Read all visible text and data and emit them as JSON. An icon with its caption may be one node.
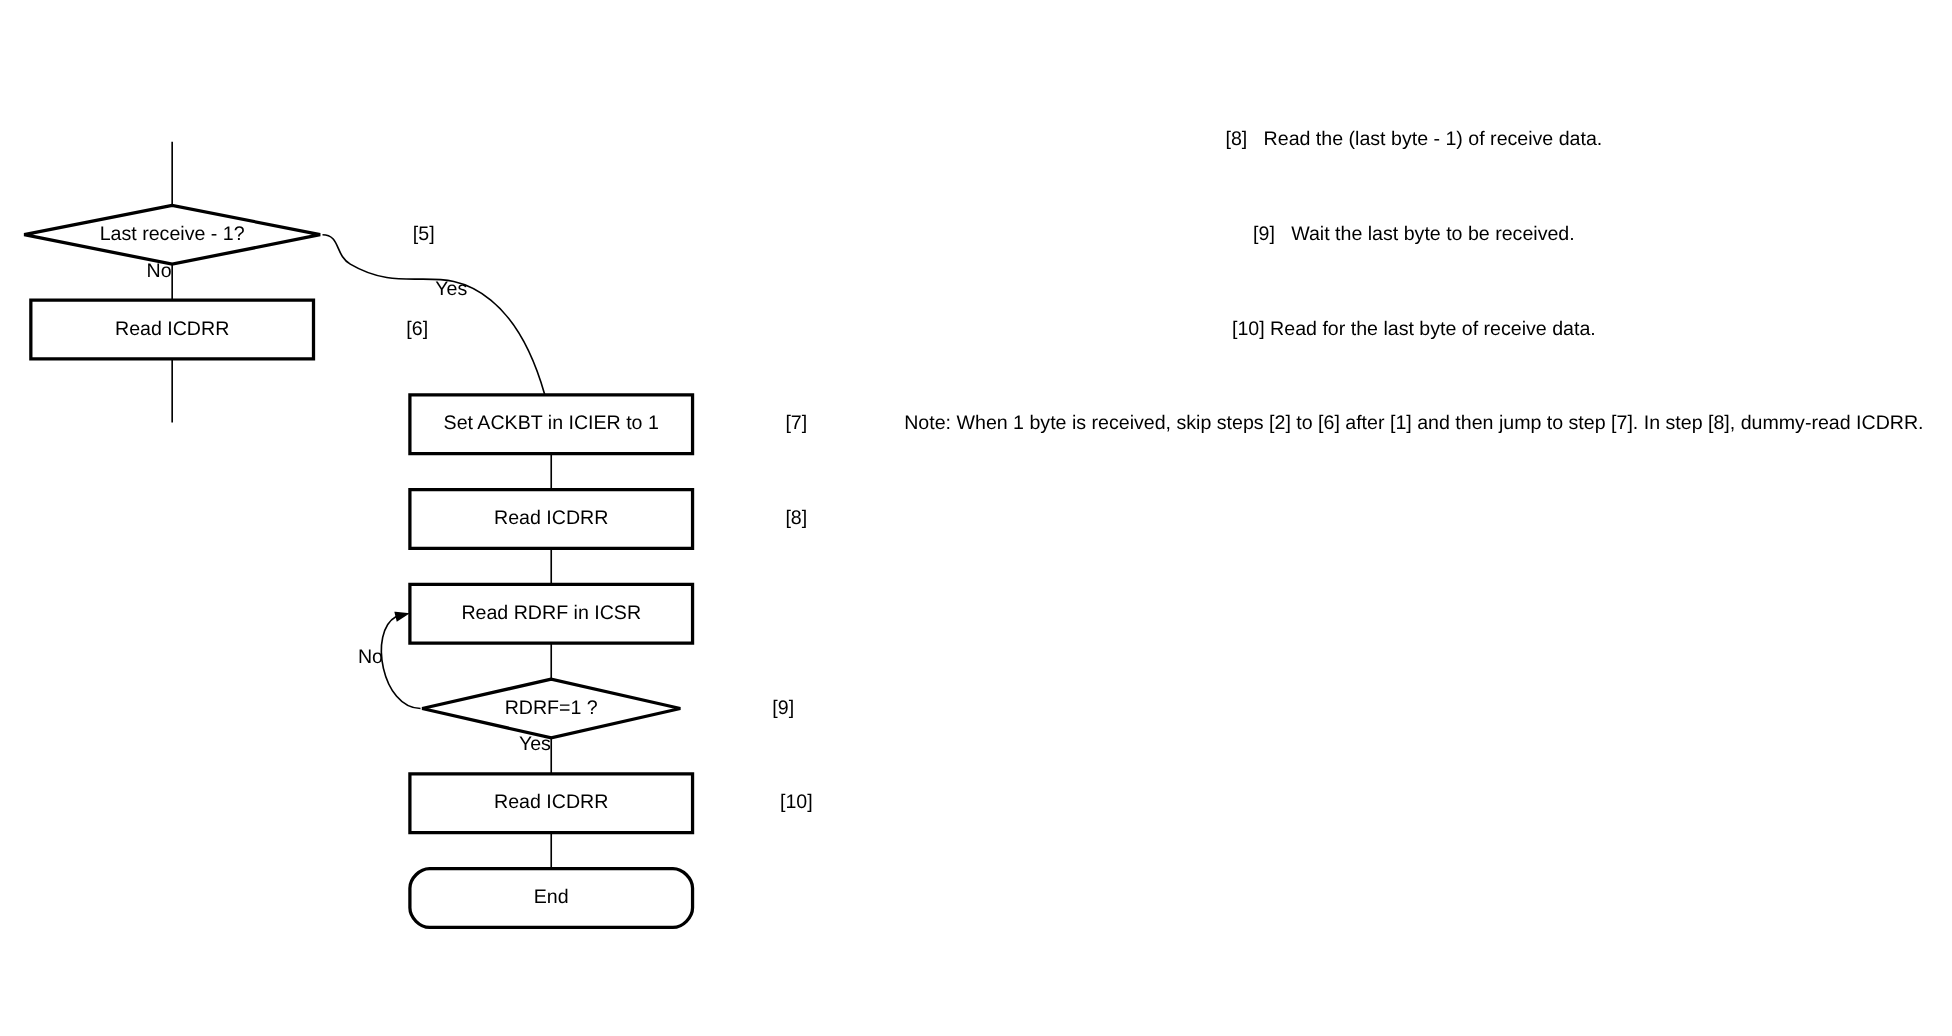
{
  "diagram": {
    "nodes": [
      {
        "text": [
          "Last receive - 1?"
        ]
      },
      {
        "text": [
          "Read ICDRR"
        ]
      },
      {
        "text": [
          "Set ACKBT in ICIER to 1"
        ]
      },
      {
        "text": [
          "Read ICDRR"
        ]
      },
      {
        "text": [
          "Read RDRF in ICSR"
        ]
      },
      {
        "text": [
          "RDRF=1 ?"
        ]
      },
      {
        "text": [
          "Read ICDRR"
        ]
      },
      {
        "text": [
          "End"
        ]
      }
    ],
    "edges": [
      {
        "from": null,
        "to": 0,
        "arrow": "none"
      },
      {
        "from": 0,
        "to": 2,
        "arrow": "none",
        "label": "Yes"
      },
      {
        "from": 0,
        "to": 1,
        "arrow": "none",
        "label": "No"
      },
      {
        "from": 1,
        "to": null,
        "arrow": "none"
      },
      {
        "from": 2,
        "to": 3,
        "arrow": "none"
      },
      {
        "from": 3,
        "to": 4,
        "arrow": "none"
      },
      {
        "from": 4,
        "to": 5,
        "arrow": "none"
      },
      {
        "from": 5,
        "to": 4,
        "arrow": "to",
        "label": "No"
      },
      {
        "from": 5,
        "to": 6,
        "arrow": "none",
        "label": "Yes"
      },
      {
        "from": 6,
        "to": 7,
        "arrow": "none"
      }
    ],
    "labels": [
      "[5]",
      "[8]   Read the (last byte - 1) of receive data.",
      "[9]   Wait the last byte to be received.",
      "[6]",
      "[10] Read for the last byte of receive data.",
      "[7]",
      "[8]",
      "[9]",
      "Note: When 1 byte is received, skip steps [2] to [6] after [1] and then jump to step [7]. In step [8], dummy-read ICDRR.",
      "[10]"
    ]
  }
}
